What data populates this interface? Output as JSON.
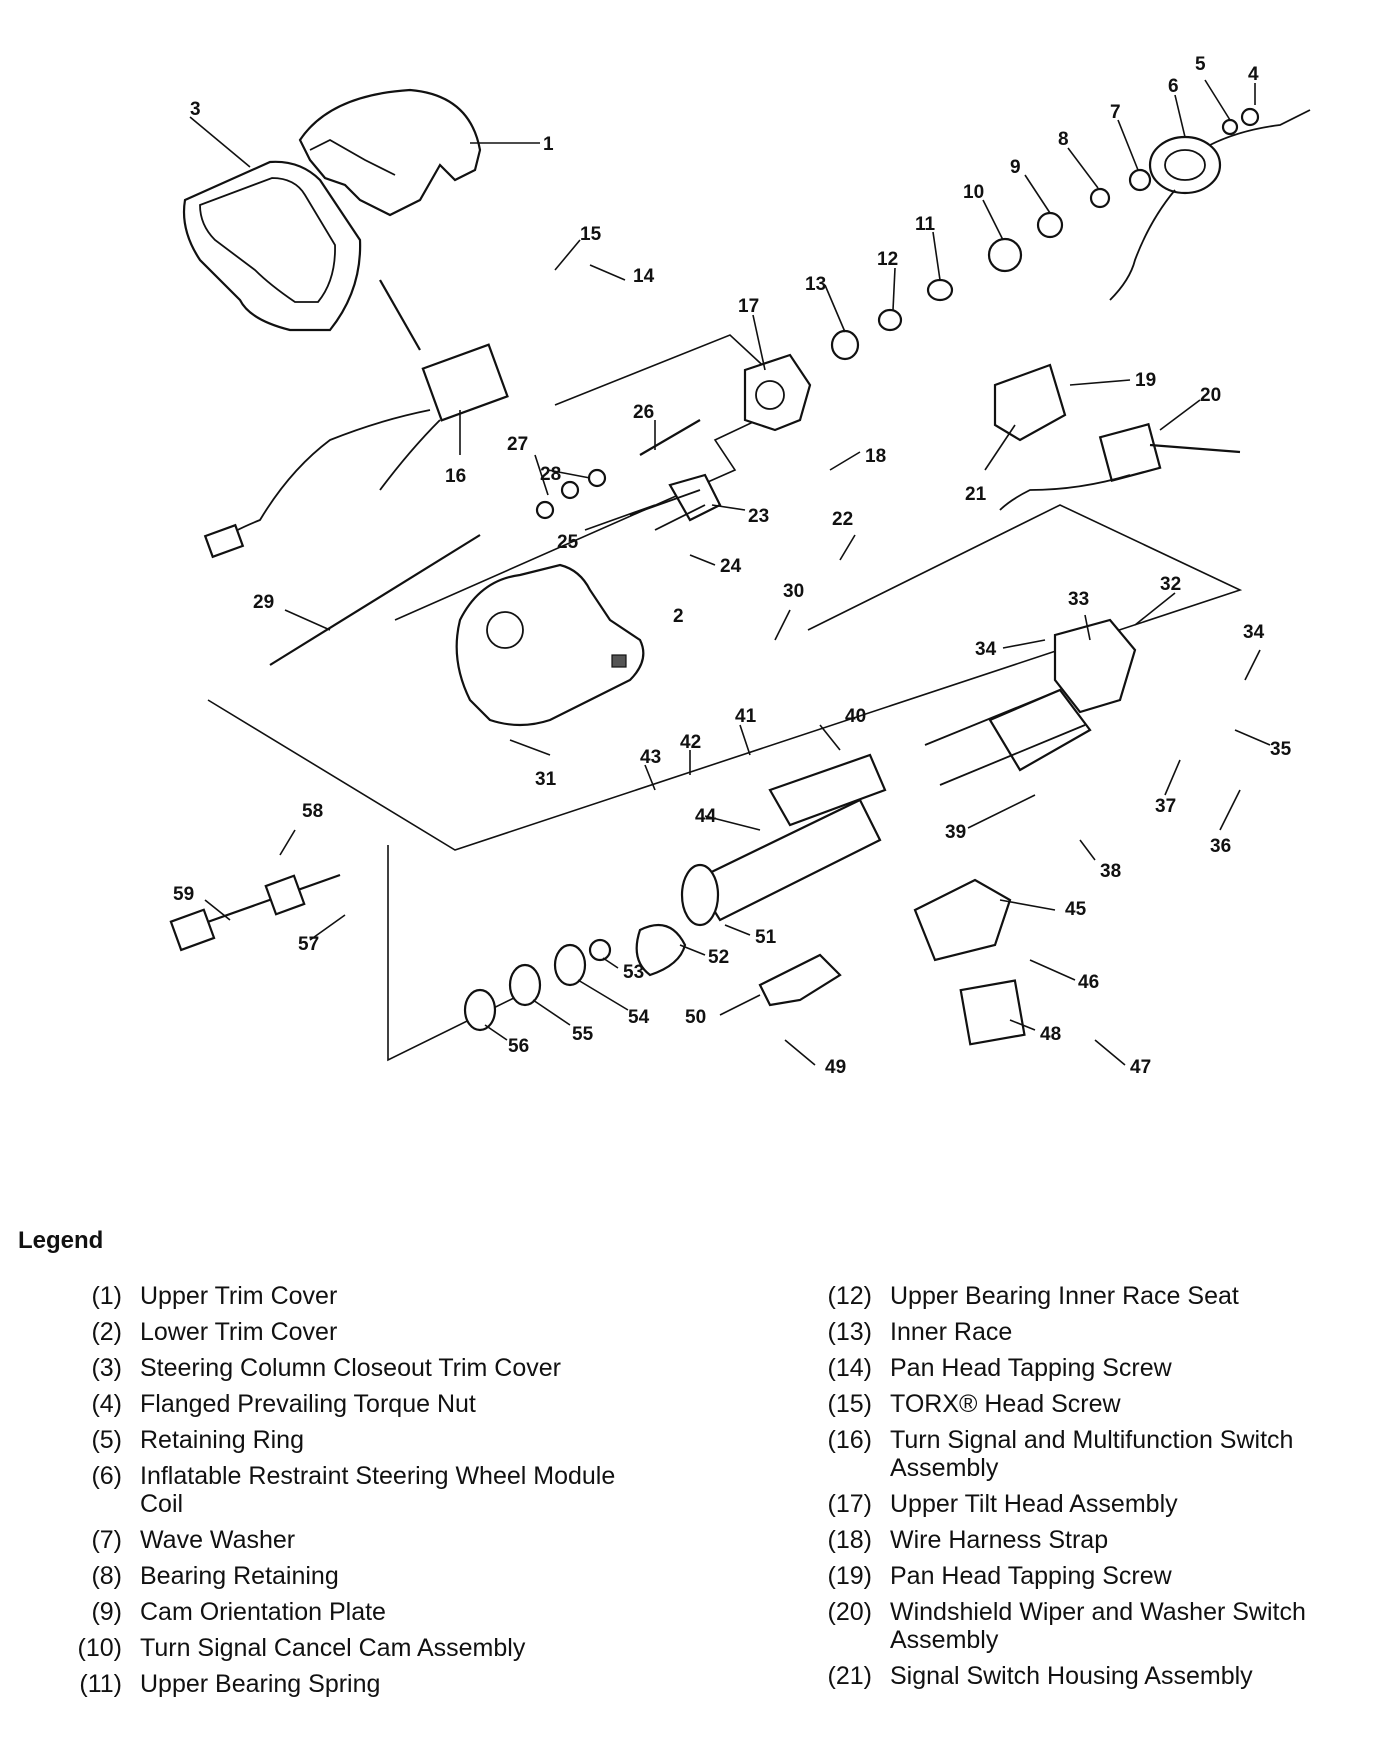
{
  "diagram": {
    "callouts": [
      "1",
      "2",
      "3",
      "4",
      "5",
      "6",
      "7",
      "8",
      "9",
      "10",
      "11",
      "12",
      "13",
      "14",
      "15",
      "16",
      "17",
      "18",
      "19",
      "20",
      "21",
      "22",
      "23",
      "24",
      "25",
      "26",
      "27",
      "28",
      "29",
      "30",
      "31",
      "32",
      "33",
      "34",
      "34",
      "35",
      "36",
      "37",
      "38",
      "39",
      "40",
      "41",
      "42",
      "43",
      "44",
      "45",
      "46",
      "47",
      "48",
      "49",
      "50",
      "51",
      "52",
      "53",
      "54",
      "55",
      "56",
      "57",
      "58",
      "59"
    ]
  },
  "legend": {
    "title": "Legend",
    "left": [
      {
        "num": "(1)",
        "text": "Upper Trim Cover"
      },
      {
        "num": "(2)",
        "text": "Lower Trim Cover"
      },
      {
        "num": "(3)",
        "text": "Steering Column Closeout Trim Cover"
      },
      {
        "num": "(4)",
        "text": "Flanged Prevailing Torque Nut"
      },
      {
        "num": "(5)",
        "text": "Retaining Ring"
      },
      {
        "num": "(6)",
        "text": "Inflatable Restraint Steering Wheel Module Coil"
      },
      {
        "num": "(7)",
        "text": "Wave Washer"
      },
      {
        "num": "(8)",
        "text": "Bearing Retaining"
      },
      {
        "num": "(9)",
        "text": "Cam Orientation Plate"
      },
      {
        "num": "(10)",
        "text": "Turn Signal Cancel Cam Assembly"
      },
      {
        "num": "(11)",
        "text": "Upper Bearing Spring"
      }
    ],
    "right": [
      {
        "num": "(12)",
        "text": "Upper Bearing Inner Race Seat"
      },
      {
        "num": "(13)",
        "text": "Inner Race"
      },
      {
        "num": "(14)",
        "text": "Pan Head Tapping Screw"
      },
      {
        "num": "(15)",
        "text": "TORX® Head Screw"
      },
      {
        "num": "(16)",
        "text": "Turn Signal and Multifunction Switch Assembly"
      },
      {
        "num": "(17)",
        "text": "Upper Tilt Head Assembly"
      },
      {
        "num": "(18)",
        "text": "Wire Harness Strap"
      },
      {
        "num": "(19)",
        "text": "Pan Head Tapping Screw"
      },
      {
        "num": "(20)",
        "text": "Windshield Wiper and Washer Switch Assembly"
      },
      {
        "num": "(21)",
        "text": "Signal Switch Housing Assembly"
      }
    ]
  }
}
